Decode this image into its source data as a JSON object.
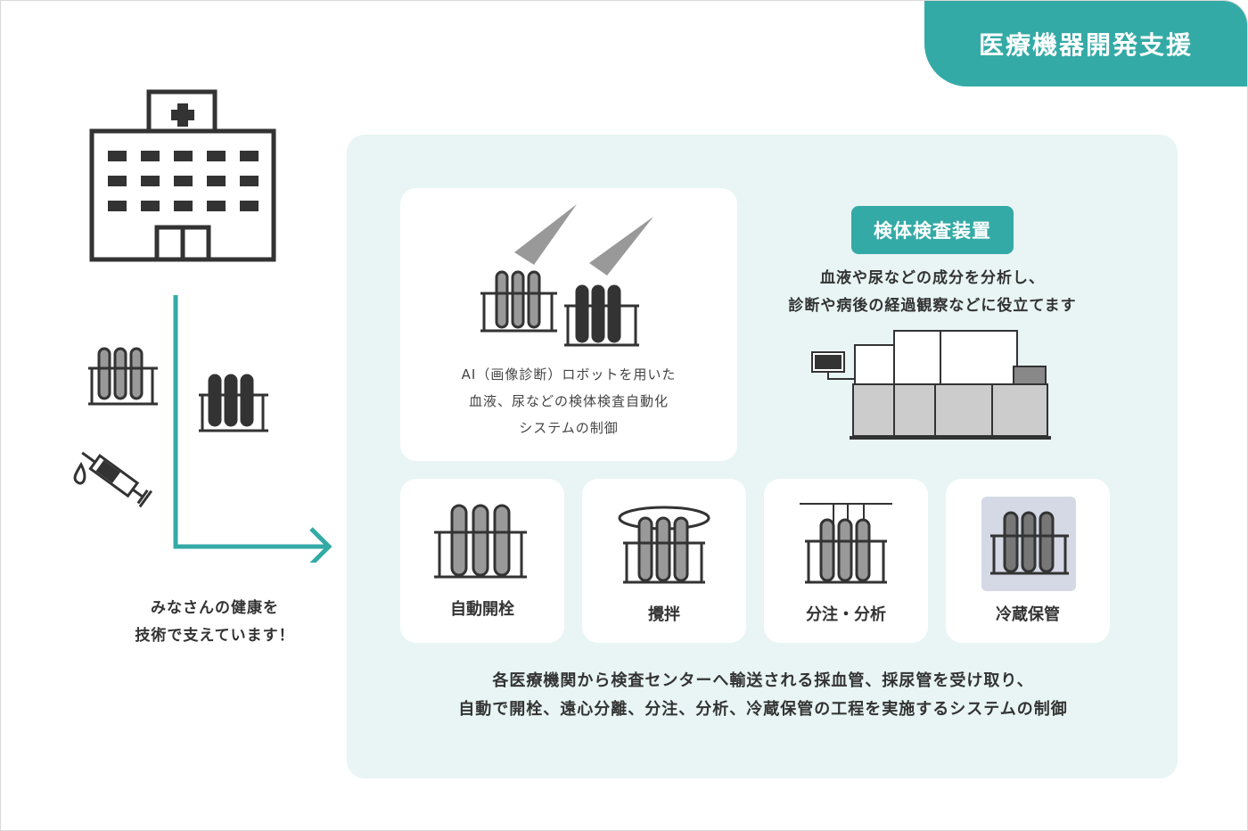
{
  "header": {
    "tag": "医療機器開発支援"
  },
  "ai_system": {
    "lines": [
      "AI（画像診断）ロボットを用いた",
      "血液、尿などの検体検査自動化",
      "システムの制御"
    ]
  },
  "analyzer": {
    "badge": "検体検査装置",
    "desc_lines": [
      "血液や尿などの成分を分析し、",
      "診断や病後の経過観察などに役立てます"
    ]
  },
  "processes": [
    {
      "label": "自動開栓"
    },
    {
      "label": "攪拌"
    },
    {
      "label": "分注・分析"
    },
    {
      "label": "冷蔵保管"
    }
  ],
  "left": {
    "caption_lines": [
      "みなさんの健康を",
      "技術で支えています！"
    ]
  },
  "bottom": {
    "lines": [
      "各医療機関から検査センターへ輸送される採血管、採尿管を受け取り、",
      "自動で開栓、遠心分離、分注、分析、冷蔵保管の工程を実施するシステムの制御"
    ]
  },
  "colors": {
    "accent": "#34aaa6",
    "panel_bg": "#e8f5f4",
    "icon_dark": "#333333",
    "tube_gray": "#999999",
    "cold_bg": "#d5d9e6"
  }
}
